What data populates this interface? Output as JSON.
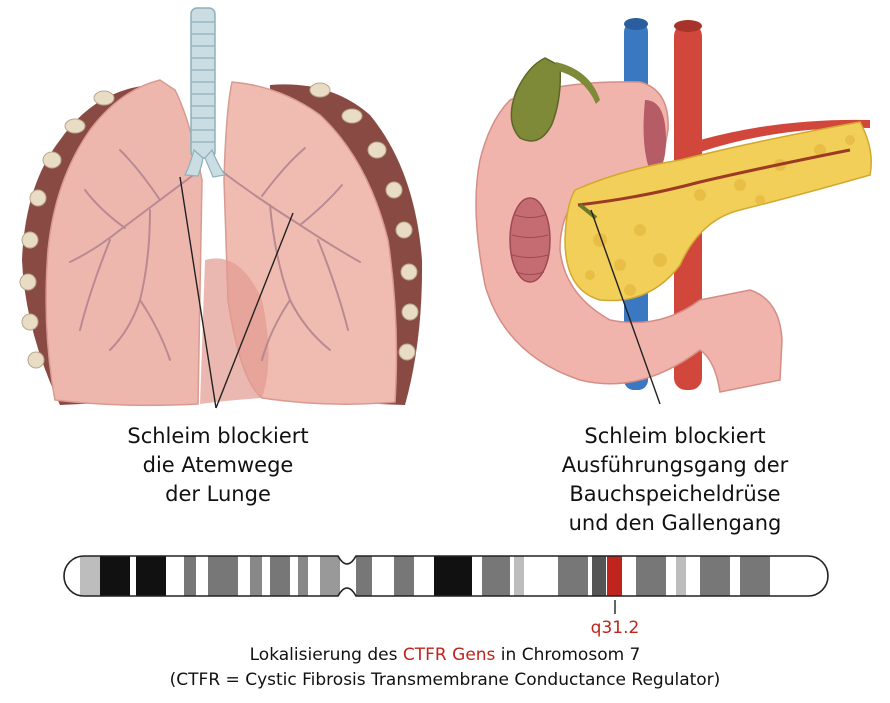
{
  "lung_label": {
    "line1": "Schleim blockiert",
    "line2": "die Atemwege",
    "line3": "der Lunge"
  },
  "pancreas_label": {
    "line1": "Schleim blockiert",
    "line2": "Ausführungsgang der",
    "line3": "Bauchspeicheldrüse",
    "line4": "und den Gallengang"
  },
  "chromosome": {
    "band_label": "q31.2",
    "highlight_color": "#c0241c"
  },
  "caption": {
    "line1_pre": "Lokalisierung des ",
    "line1_highlight": "CTFR Gens",
    "line1_post": " in Chromosom 7",
    "line2": "(CTFR = Cystic Fibrosis Transmembrane Conductance Regulator)"
  }
}
